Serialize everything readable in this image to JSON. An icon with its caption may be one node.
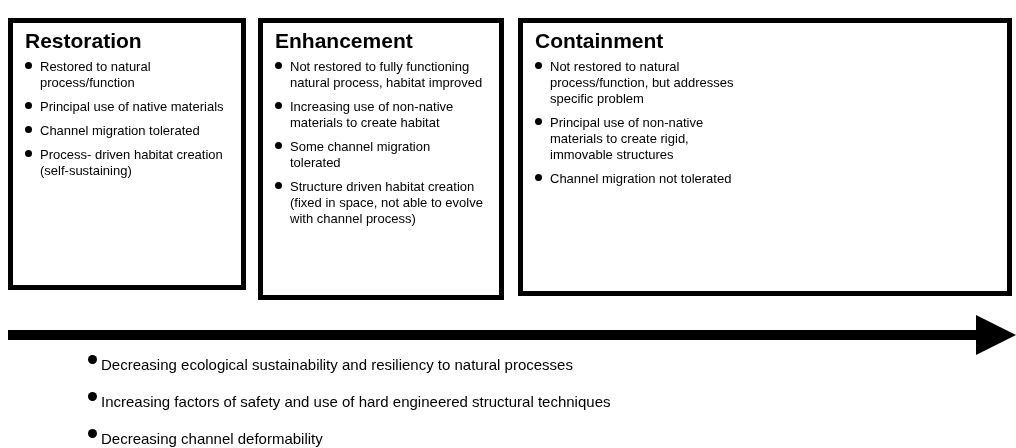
{
  "diagram": {
    "nodes": [
      {
        "text": [
          "Restoration",
          "Restored to natural process/function",
          "Principal use of native materials",
          "Channel migration tolerated",
          "Process- driven habitat creation (self-sustaining)"
        ]
      },
      {
        "text": [
          "Enhancement",
          "Not restored to fully functioning natural process, habitat improved",
          "Increasing use of non-native materials to create habitat",
          "Some channel migration tolerated",
          "Structure driven habitat creation (fixed in space, not able to evolve with channel process)"
        ]
      },
      {
        "text": [
          "Containment",
          "Not restored to natural process/function, but addresses specific problem",
          "Principal use of non-native materials to create rigid, immovable structures",
          "Channel migration not tolerated"
        ]
      }
    ],
    "labels": [
      "Decreasing ecological sustainability and resiliency to natural processes",
      "Increasing factors of safety and use of hard engineered structural techniques",
      "Decreasing channel deformability"
    ]
  }
}
